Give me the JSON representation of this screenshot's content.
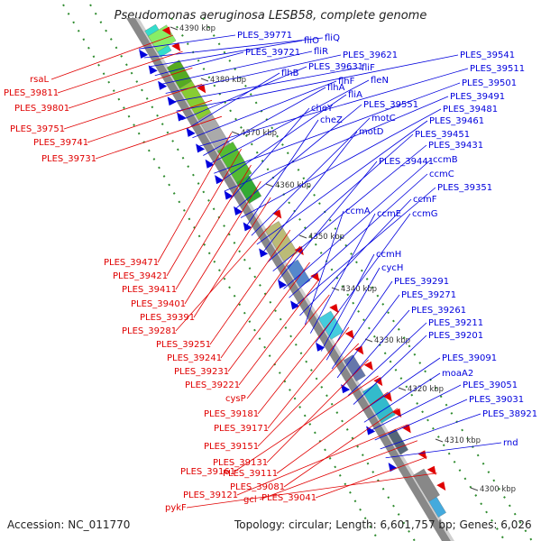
{
  "title": "Pseudomonas aeruginosa LESB58, complete genome",
  "accession": "Accession: NC_011770",
  "topology": "Topology: circular; Length: 6,601,757 bp; Genes: 6,026",
  "colors": {
    "forward": "#0000dd",
    "reverse": "#e00000",
    "backbone": "#888888",
    "orf_dots": "#2e8b2e"
  },
  "scale": [
    {
      "label": "4390 kbp"
    },
    {
      "label": "4380 kbp"
    },
    {
      "label": "4370 kbp"
    },
    {
      "label": "4360 kbp"
    },
    {
      "label": "4350 kbp"
    },
    {
      "label": "4340 kbp"
    },
    {
      "label": "4330 kbp"
    },
    {
      "label": "4320 kbp"
    },
    {
      "label": "4310 kbp"
    },
    {
      "label": "4300 kbp"
    }
  ],
  "blue_labels": [
    "PLES_39771",
    "fliQ",
    "fliO",
    "PLES_39721",
    "fliR",
    "PLES_39621",
    "fliF",
    "PLES_39541",
    "PLES_39631",
    "flhB",
    "flhF",
    "PLES_39511",
    "flhA",
    "fleN",
    "PLES_39501",
    "fliA",
    "PLES_39491",
    "cheY",
    "PLES_39551",
    "PLES_39481",
    "cheZ",
    "motC",
    "PLES_39461",
    "motD",
    "PLES_39451",
    "PLES_39431",
    "PLES_39441",
    "ccmB",
    "ccmC",
    "PLES_39351",
    "ccmF",
    "ccmA",
    "ccmE",
    "ccmG",
    "ccmH",
    "cycH",
    "PLES_39291",
    "PLES_39271",
    "PLES_39261",
    "PLES_39211",
    "PLES_39201",
    "PLES_39091",
    "moaA2",
    "PLES_39051",
    "PLES_39031",
    "PLES_38921",
    "rnd"
  ],
  "red_labels": [
    "rsaL",
    "PLES_39811",
    "PLES_39801",
    "PLES_39751",
    "PLES_39741",
    "PLES_39731",
    "PLES_39471",
    "PLES_39421",
    "PLES_39411",
    "PLES_39401",
    "PLES_39391",
    "PLES_39281",
    "PLES_39251",
    "PLES_39241",
    "PLES_39231",
    "PLES_39221",
    "cysP",
    "PLES_39181",
    "PLES_39171",
    "PLES_39151",
    "PLES_39131",
    "PLES_39161",
    "PLES_39111",
    "PLES_39081",
    "PLES_39121",
    "gcl",
    "PLES_39041",
    "pykF"
  ]
}
